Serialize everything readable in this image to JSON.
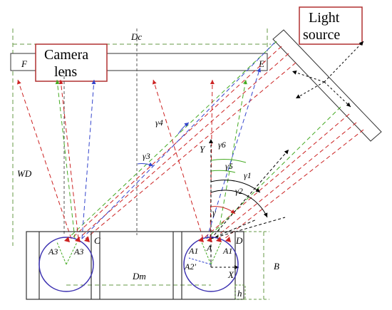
{
  "labels": {
    "camera_lens": [
      "Camera",
      "lens"
    ],
    "light_source": [
      "Light",
      "source"
    ],
    "Dc": "Dc",
    "F": "F",
    "E": "E",
    "WD": "WD",
    "Y": "Y",
    "X": "X",
    "C": "C",
    "D": "D",
    "Dm": "Dm",
    "B": "B",
    "h": "h",
    "gamma": "γ",
    "gamma1": "γ1",
    "gamma2": "γ2",
    "gamma3": "γ3",
    "gamma4": "γ4",
    "gamma5": "γ5",
    "gamma6": "γ6",
    "A": "A",
    "A1_left": "A1",
    "A1_right": "A1",
    "A2_prime": "A2'",
    "A3_left": "A3",
    "A3_right": "A3"
  },
  "colors": {
    "red": "#cc2222",
    "green": "#44aa22",
    "blue": "#3344cc",
    "dim_green": "#669944",
    "box_border": "#b03030",
    "circle": "#3a2fb0"
  }
}
